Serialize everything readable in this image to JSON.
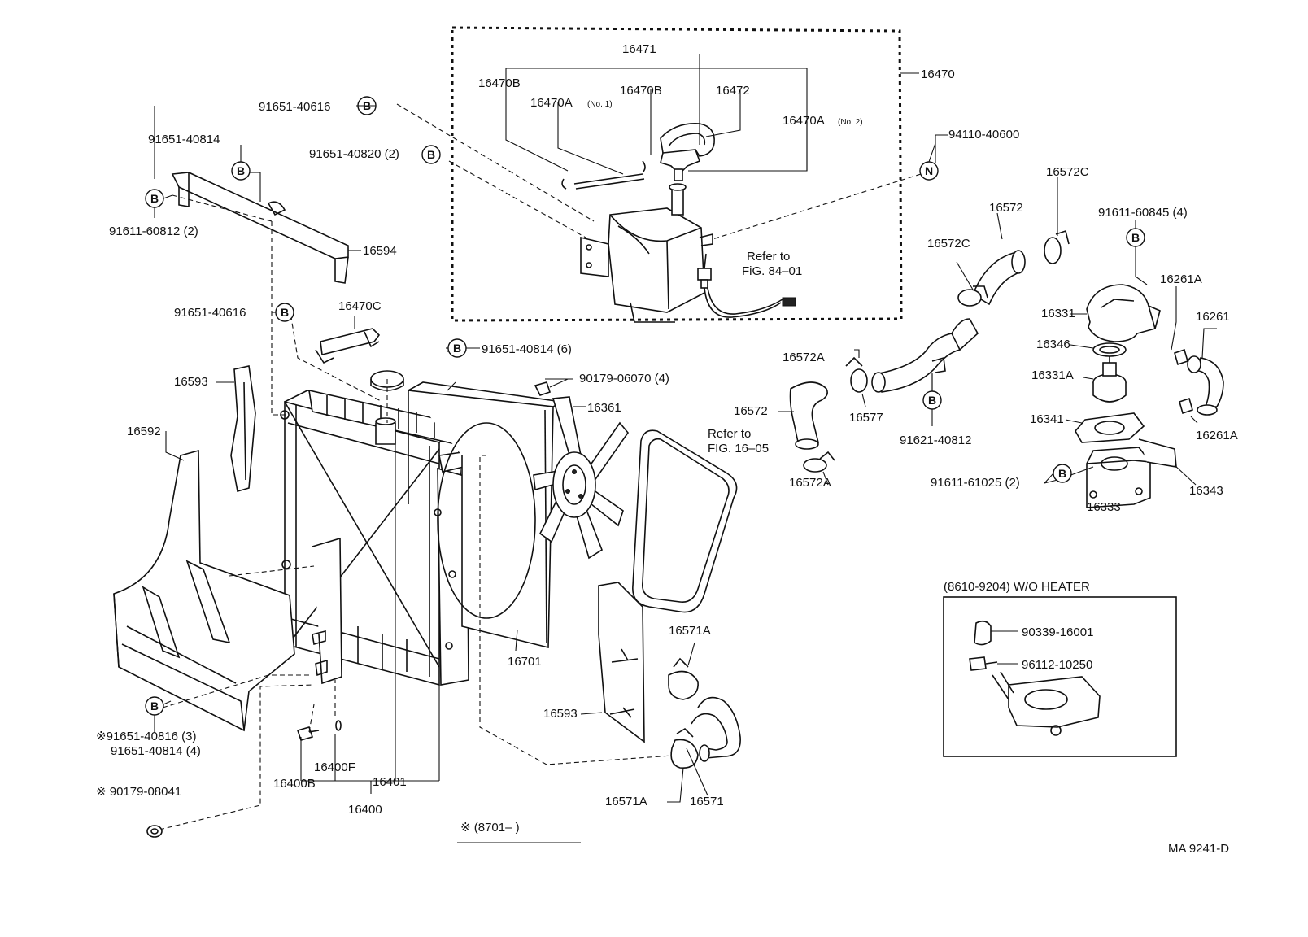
{
  "labels": {
    "l16471": "16471",
    "l16470": "16470",
    "l16470B_a": "16470B",
    "l16470B_b": "16470B",
    "l16472": "16472",
    "l16470A_1": "16470A",
    "l16470A_1_note": "(No. 1)",
    "l16470A_2": "16470A",
    "l16470A_2_note": "(No. 2)",
    "l91651_40616_a": "91651-40616",
    "l91651_40820": "91651-40820 (2)",
    "l91651_40814_a": "91651-40814",
    "l91611_60812": "91611-60812 (2)",
    "l16594": "16594",
    "l94110_40600": "94110-40600",
    "refer_84_line1": "Refer to",
    "refer_84_line2": "FiG. 84–01",
    "l16572C_a": "16572C",
    "l16572_a": "16572",
    "l16572C_b": "16572C",
    "l91611_60845": "91611-60845 (4)",
    "l16261A_a": "16261A",
    "l16331": "16331",
    "l16261": "16261",
    "l16346": "16346",
    "l16331A": "16331A",
    "l16341": "16341",
    "l16261A_b": "16261A",
    "l91611_61025": "91611-61025 (2)",
    "l16343": "16343",
    "l16333": "16333",
    "l91651_40616_b": "91651-40616",
    "l16470C": "16470C",
    "l91651_40814_6": "91651-40814 (6)",
    "l90179_06070": "90179-06070 (4)",
    "l16593_a": "16593",
    "l16361": "16361",
    "l16572A_a": "16572A",
    "l16577": "16577",
    "l91621_40812": "91621-40812",
    "l16592": "16592",
    "l16572_b": "16572",
    "refer_16_line1": "Refer to",
    "refer_16_line2": "FIG. 16–05",
    "l16572A_b": "16572A",
    "l16701": "16701",
    "l16571A_a": "16571A",
    "l16593_b": "16593",
    "l91651_40816": "※91651-40816 (3)",
    "l91651_40814_4": "91651-40814 (4)",
    "l16400F": "16400F",
    "l16400B": "16400B",
    "l16401": "16401",
    "l16400": "16400",
    "l90179_08041": "※ 90179-08041",
    "l16571A_b": "16571A",
    "l16571": "16571",
    "footnote": "※ (8701–        )",
    "inset_title": "(8610-9204) W/O HEATER",
    "l90339_16001": "90339-16001",
    "l96112_10250": "96112-10250",
    "code": "MA 9241-D"
  },
  "markers": {
    "B": "B",
    "N": "N"
  }
}
